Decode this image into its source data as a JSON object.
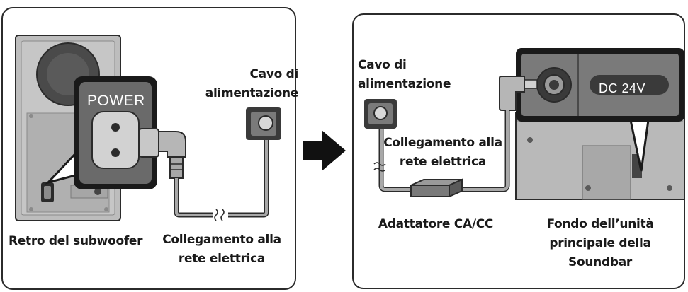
{
  "left_panel": {
    "power_label": "POWER",
    "cable_label": [
      "Cavo di",
      "alimentazione"
    ],
    "subwoofer_caption": "Retro del subwoofer",
    "mains_label": [
      "Collegamento alla",
      "rete elettrica"
    ]
  },
  "right_panel": {
    "dc_label": "DC 24V",
    "cable_label": [
      "Cavo di",
      "alimentazione"
    ],
    "mains_label": [
      "Collegamento alla",
      "rete elettrica"
    ],
    "adapter_caption": "Adattatore CA/CC",
    "soundbar_caption": [
      "Fondo dell’unità",
      "principale della",
      "Soundbar"
    ]
  },
  "colors": {
    "panel_border": "#2b2b2b",
    "device_body": "#bdbdbd",
    "device_dark": "#3a3a3a",
    "cable": "#a8a8a8",
    "arrow": "#111111"
  }
}
